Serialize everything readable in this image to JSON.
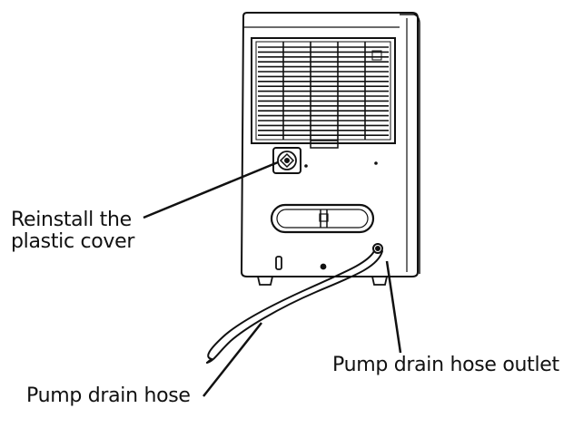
{
  "labels": {
    "reinstall_line1": "Reinstall the",
    "reinstall_line2": "plastic cover",
    "outlet": "Pump drain hose outlet",
    "hose": "Pump drain hose"
  },
  "colors": {
    "stroke": "#111111",
    "background": "#ffffff"
  },
  "icons": {
    "drain_plug": "plastic-cover-icon",
    "hose_outlet": "hose-outlet-icon"
  }
}
